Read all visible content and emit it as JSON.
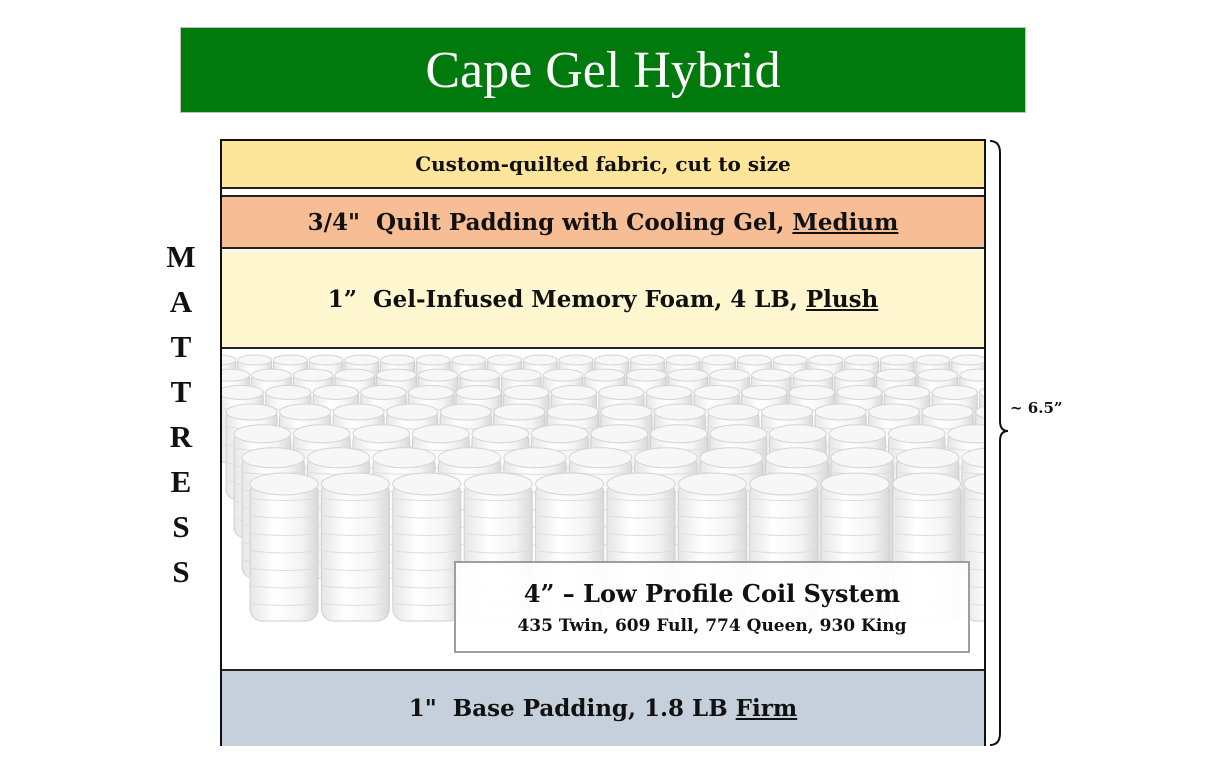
{
  "title": "Cape Gel Hybrid",
  "side_label_letters": [
    "M",
    "A",
    "T",
    "T",
    "R",
    "E",
    "S",
    "S"
  ],
  "layers": {
    "fabric": {
      "text": "Custom-quilted fabric, cut to size"
    },
    "quilt": {
      "text": "3/4\"  Quilt Padding with Cooling Gel, ",
      "firmness": "Medium"
    },
    "foam": {
      "text": "1”  Gel-Infused Memory Foam, 4 LB, ",
      "firmness": "Plush"
    },
    "coil": {
      "title": "4” – Low Profile Coil System",
      "counts": "435 Twin, 609 Full, 774 Queen, 930 King"
    },
    "base": {
      "text": "1\"  Base Padding, 1.8 LB ",
      "firmness": "Firm"
    }
  },
  "total_height": "~ 6.5”",
  "colors": {
    "title_bg": "#007a0c",
    "fabric": "#fde59a",
    "quilt": "#f7bd94",
    "foam": "#fff7d0",
    "base": "#c5d0dc"
  }
}
